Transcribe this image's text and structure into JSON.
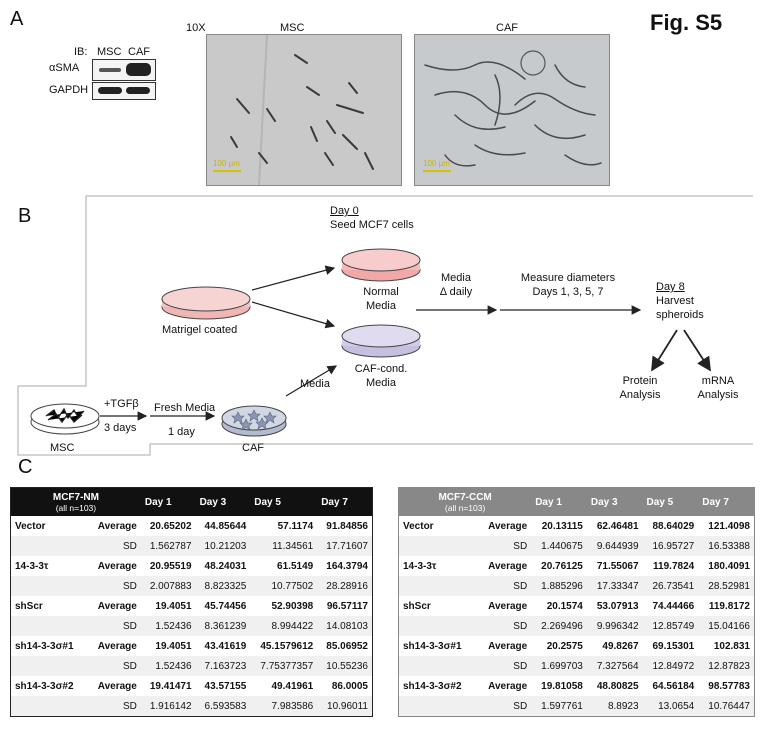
{
  "figure_title": "Fig. S5",
  "panels": {
    "a": "A",
    "b": "B",
    "c": "C"
  },
  "panel_a": {
    "ib_label": "IB:",
    "lane1": "MSC",
    "lane2": "CAF",
    "blot1": "αSMA",
    "blot2": "GAPDH",
    "magnification": "10X",
    "micro_left_title": "MSC",
    "micro_right_title": "CAF",
    "scale_left": "100 µm",
    "scale_right": "100 µm"
  },
  "panel_b": {
    "day0_title": "Day 0",
    "day0_sub": "Seed MCF7 cells",
    "matrigel": "Matrigel coated",
    "normal_media_1": "Normal",
    "normal_media_2": "Media",
    "caf_cond_1": "CAF-cond.",
    "caf_cond_2": "Media",
    "media_delta_1": "Media",
    "media_delta_2": "Δ daily",
    "measure_1": "Measure diameters",
    "measure_2": "Days 1, 3, 5, 7",
    "day8_title": "Day 8",
    "day8_sub1": "Harvest",
    "day8_sub2": "spheroids",
    "protein_1": "Protein",
    "protein_2": "Analysis",
    "mrna_1": "mRNA",
    "mrna_2": "Analysis",
    "msc": "MSC",
    "tgfb": "+TGFβ",
    "three_days": "3 days",
    "fresh_media": "Fresh Media",
    "one_day": "1 day",
    "caf": "CAF",
    "media": "Media"
  },
  "table_nm": {
    "title": "MCF7-NM",
    "subtitle": "(all n=103)",
    "columns": [
      "Day 1",
      "Day 3",
      "Day 5",
      "Day 7"
    ],
    "rows": [
      {
        "name": "Vector",
        "stat": "Average",
        "values": [
          "20.65202",
          "44.85644",
          "57.1174",
          "91.84856"
        ]
      },
      {
        "name": "",
        "stat": "SD",
        "values": [
          "1.562787",
          "10.21203",
          "11.34561",
          "17.71607"
        ]
      },
      {
        "name": "14-3-3τ",
        "stat": "Average",
        "values": [
          "20.95519",
          "48.24031",
          "61.5149",
          "164.3794"
        ]
      },
      {
        "name": "",
        "stat": "SD",
        "values": [
          "2.007883",
          "8.823325",
          "10.77502",
          "28.28916"
        ]
      },
      {
        "name": "shScr",
        "stat": "Average",
        "values": [
          "19.4051",
          "45.74456",
          "52.90398",
          "96.57117"
        ]
      },
      {
        "name": "",
        "stat": "SD",
        "values": [
          "1.52436",
          "8.361239",
          "8.994422",
          "14.08103"
        ]
      },
      {
        "name": "sh14-3-3σ#1",
        "stat": "Average",
        "values": [
          "19.4051",
          "43.41619",
          "45.1579612",
          "85.06952"
        ]
      },
      {
        "name": "",
        "stat": "SD",
        "values": [
          "1.52436",
          "7.163723",
          "7.75377357",
          "10.55236"
        ]
      },
      {
        "name": "sh14-3-3σ#2",
        "stat": "Average",
        "values": [
          "19.41471",
          "43.57155",
          "49.41961",
          "86.0005"
        ]
      },
      {
        "name": "",
        "stat": "SD",
        "values": [
          "1.916142",
          "6.593583",
          "7.983586",
          "10.96011"
        ]
      }
    ]
  },
  "table_ccm": {
    "title": "MCF7-CCM",
    "subtitle": "(all n=103)",
    "columns": [
      "Day 1",
      "Day 3",
      "Day 5",
      "Day 7"
    ],
    "rows": [
      {
        "name": "Vector",
        "stat": "Average",
        "values": [
          "20.13115",
          "62.46481",
          "88.64029",
          "121.4098"
        ]
      },
      {
        "name": "",
        "stat": "SD",
        "values": [
          "1.440675",
          "9.644939",
          "16.95727",
          "16.53388"
        ]
      },
      {
        "name": "14-3-3τ",
        "stat": "Average",
        "values": [
          "20.76125",
          "71.55067",
          "119.7824",
          "180.4091"
        ]
      },
      {
        "name": "",
        "stat": "SD",
        "values": [
          "1.885296",
          "17.33347",
          "26.73541",
          "28.52981"
        ]
      },
      {
        "name": "shScr",
        "stat": "Average",
        "values": [
          "20.1574",
          "53.07913",
          "74.44466",
          "119.8172"
        ]
      },
      {
        "name": "",
        "stat": "SD",
        "values": [
          "2.269496",
          "9.996342",
          "12.85749",
          "15.04166"
        ]
      },
      {
        "name": "sh14-3-3σ#1",
        "stat": "Average",
        "values": [
          "20.2575",
          "49.8267",
          "69.15301",
          "102.831"
        ]
      },
      {
        "name": "",
        "stat": "SD",
        "values": [
          "1.699703",
          "7.327564",
          "12.84972",
          "12.87823"
        ]
      },
      {
        "name": "sh14-3-3σ#2",
        "stat": "Average",
        "values": [
          "19.81058",
          "48.80825",
          "64.56184",
          "98.57783"
        ]
      },
      {
        "name": "",
        "stat": "SD",
        "values": [
          "1.597761",
          "8.8923",
          "13.0654",
          "10.76447"
        ]
      }
    ]
  }
}
